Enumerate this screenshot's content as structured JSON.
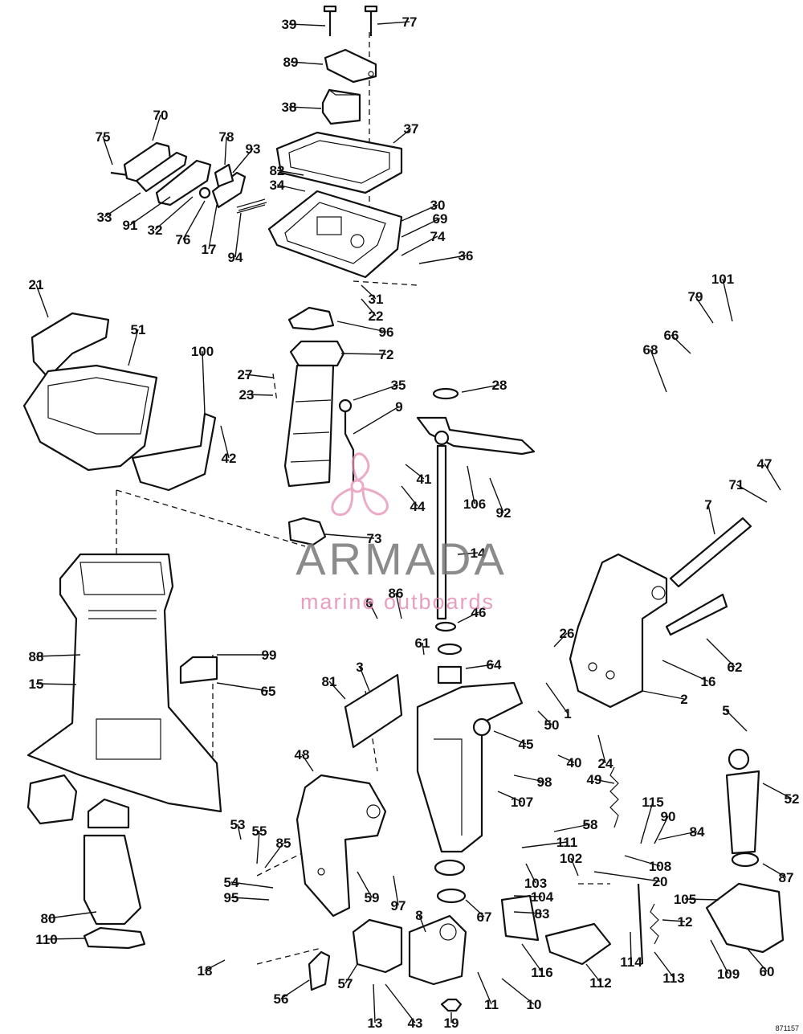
{
  "drawing_ref": "871157",
  "watermark": {
    "brand": "ARMADA",
    "tagline": "marine outboards",
    "brand_color": "#777777",
    "accent_color": "#e58fb4"
  },
  "callouts": [
    "39",
    "77",
    "89",
    "38",
    "37",
    "75",
    "70",
    "78",
    "93",
    "82",
    "34",
    "30",
    "69",
    "74",
    "36",
    "33",
    "91",
    "32",
    "76",
    "94",
    "17",
    "31",
    "22",
    "21",
    "51",
    "100",
    "101",
    "79",
    "96",
    "66",
    "68",
    "72",
    "28",
    "35",
    "27",
    "23",
    "9",
    "42",
    "41",
    "106",
    "92",
    "44",
    "47",
    "71",
    "7",
    "73",
    "14",
    "86",
    "6",
    "46",
    "26",
    "61",
    "62",
    "16",
    "88",
    "99",
    "15",
    "65",
    "81",
    "3",
    "64",
    "2",
    "50",
    "5",
    "1",
    "45",
    "48",
    "40",
    "24",
    "49",
    "98",
    "52",
    "107",
    "115",
    "90",
    "84",
    "58",
    "53",
    "55",
    "85",
    "111",
    "108",
    "87",
    "102",
    "103",
    "20",
    "54",
    "59",
    "97",
    "105",
    "104",
    "83",
    "95",
    "12",
    "8",
    "67",
    "80",
    "110",
    "114",
    "116",
    "112",
    "113",
    "109",
    "60",
    "18",
    "56",
    "57",
    "13",
    "43",
    "19",
    "11",
    "10"
  ]
}
